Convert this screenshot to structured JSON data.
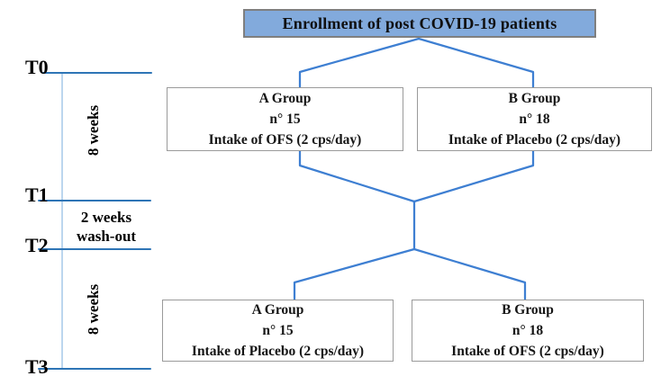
{
  "diagram": {
    "title": "Enrollment of post COVID-19 patients",
    "phase1": {
      "group_a": {
        "name": "A Group",
        "n": "n° 15",
        "intervention": "Intake of OFS (2 cps/day)"
      },
      "group_b": {
        "name": "B Group",
        "n": "n° 18",
        "intervention": "Intake of Placebo (2 cps/day)"
      }
    },
    "phase2": {
      "group_a": {
        "name": "A Group",
        "n": "n° 15",
        "intervention": "Intake of Placebo (2 cps/day)"
      },
      "group_b": {
        "name": "B Group",
        "n": "n° 18",
        "intervention": "Intake of OFS (2 cps/day)"
      }
    },
    "timeline": {
      "t0": "T0",
      "t1": "T1",
      "t2": "T2",
      "t3": "T3",
      "period1": "8 weeks",
      "washout_line1": "2 weeks",
      "washout_line2": "wash-out",
      "period2": "8 weeks"
    },
    "colors": {
      "title_fill": "#82aadc",
      "title_border": "#7f7f7f",
      "box_border": "#9a9a9a",
      "connector": "#3e7fd2",
      "timeline_line": "#2e75b6",
      "timeline_axis": "#a6c9e8"
    }
  }
}
